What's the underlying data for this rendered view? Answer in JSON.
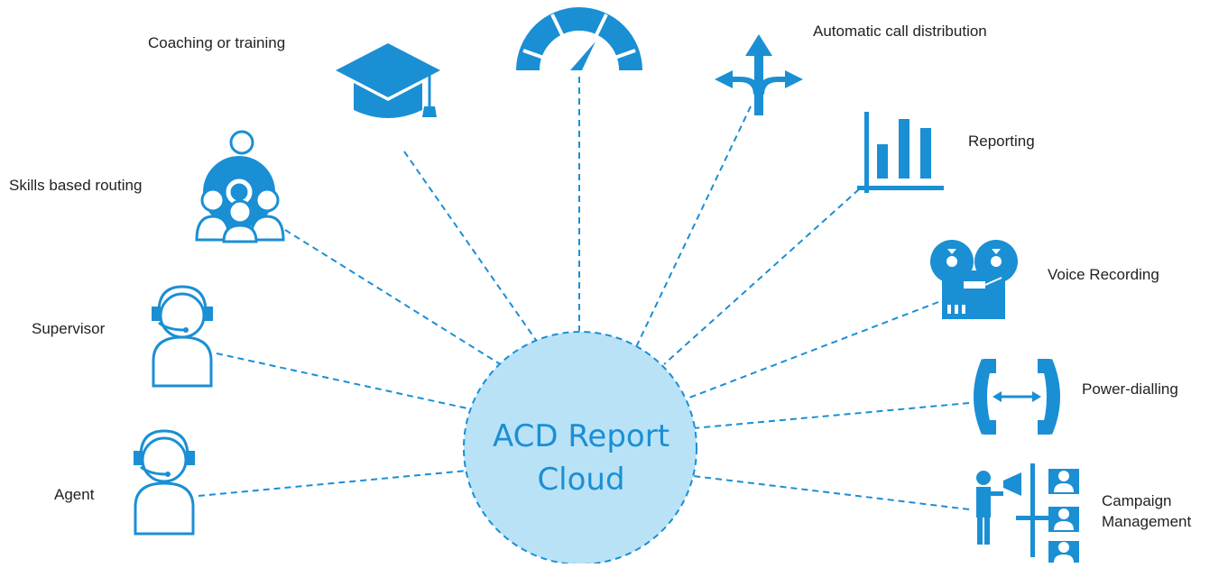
{
  "diagram": {
    "center": {
      "line1": "ACD Report",
      "line2": "Cloud"
    },
    "nodes": {
      "coaching": "Coaching or training",
      "acd": "Automatic call distribution",
      "reporting": "Reporting",
      "skills": "Skills based routing",
      "voice": "Voice Recording",
      "supervisor": "Supervisor",
      "power": "Power-dialling",
      "agent": "Agent",
      "campaign_line1": "Campaign",
      "campaign_line2": "Management"
    },
    "icons": {
      "coaching": "graduation-cap-icon",
      "dashboard": "speedometer-gauge-icon",
      "acd": "split-arrows-icon",
      "reporting": "bar-chart-icon",
      "skills": "people-group-icon",
      "voice": "reel-recorder-icon",
      "supervisor": "headset-person-icon",
      "power": "phone-dial-icon",
      "agent": "headset-person-icon",
      "campaign": "presenter-org-chart-icon"
    },
    "colors": {
      "accent": "#1a8fd4",
      "center_fill": "#b9e2f7"
    }
  }
}
